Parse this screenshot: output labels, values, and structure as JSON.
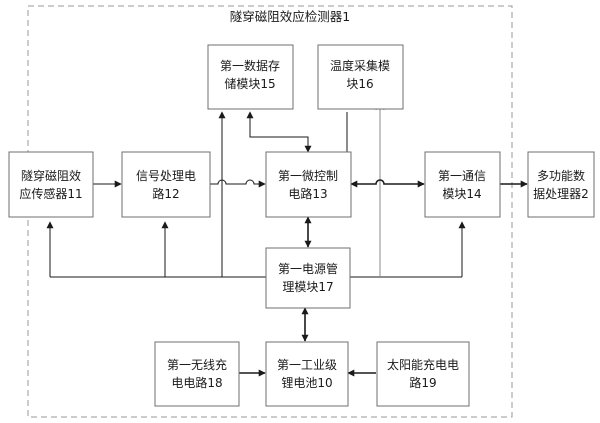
{
  "diagram": {
    "container_label": "隧穿磁阻效应检测器1",
    "nodes": {
      "sensor": {
        "lines": [
          "隧穿磁阻效",
          "应传感器11"
        ]
      },
      "signal": {
        "lines": [
          "信号处理电",
          "路12"
        ]
      },
      "storage": {
        "lines": [
          "第一数据存",
          "储模块15"
        ]
      },
      "temp": {
        "lines": [
          "温度采集模",
          "块16"
        ]
      },
      "mcu": {
        "lines": [
          "第一微控制",
          "电路13"
        ]
      },
      "comm": {
        "lines": [
          "第一通信",
          "模块14"
        ]
      },
      "external": {
        "lines": [
          "多功能数",
          "据处理器2"
        ]
      },
      "power": {
        "lines": [
          "第一电源管",
          "理模块17"
        ]
      },
      "wireless": {
        "lines": [
          "第一无线充",
          "电电路18"
        ]
      },
      "battery": {
        "lines": [
          "第一工业级",
          "锂电池10"
        ]
      },
      "solar": {
        "lines": [
          "太阳能充电电",
          "路19"
        ]
      }
    }
  }
}
